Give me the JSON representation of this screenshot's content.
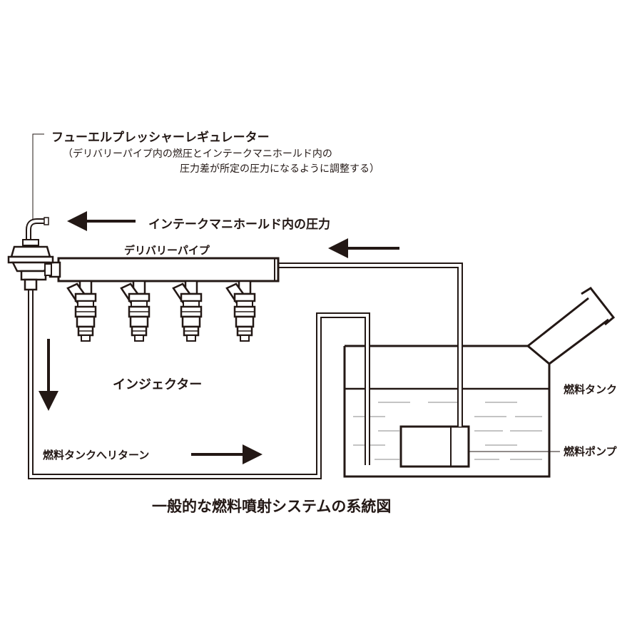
{
  "labels": {
    "regulator": "フューエルプレッシャーレギュレーター",
    "regulator_note_1": "（デリバリーパイプ内の燃圧とインテークマニホールド内の",
    "regulator_note_2": "圧力差が所定の圧力になるように調整する）",
    "intake_pressure": "インテークマニホールド内の圧力",
    "delivery_pipe": "デリバリーパイプ",
    "injector": "インジェクター",
    "return_to_tank": "燃料タンクへリターン",
    "fuel_tank": "燃料タンク",
    "fuel_pump": "燃料ポンプ"
  },
  "caption": "一般的な燃料噴射システムの系統図",
  "components": {
    "injector_count": 4
  },
  "colors": {
    "ink": "#231815",
    "fuel_fill": "#ffffff",
    "fuel_line": "#888888"
  }
}
